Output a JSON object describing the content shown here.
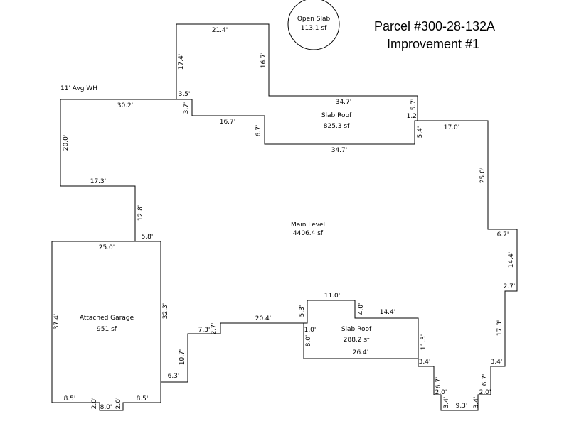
{
  "title": {
    "line1": "Parcel #300-28-132A",
    "line2": "Improvement #1"
  },
  "note": "11' Avg WH",
  "areas": {
    "open_slab": {
      "name": "Open Slab",
      "size": "113.1 sf"
    },
    "slab_roof_top": {
      "name": "Slab Roof",
      "size": "825.3 sf"
    },
    "main_level": {
      "name": "Main Level",
      "size": "4406.4 sf"
    },
    "garage": {
      "name": "Attached Garage",
      "size": "951 sf"
    },
    "slab_roof_bottom": {
      "name": "Slab Roof",
      "size": "288.2 sf"
    }
  },
  "dimensions": {
    "d_21_4": "21.4'",
    "d_17_4": "17.4'",
    "d_16_7_a": "16.7'",
    "d_3_5": "3.5'",
    "d_30_2": "30.2'",
    "d_3_7": "3.7'",
    "d_16_7_b": "16.7'",
    "d_6_7_a": "6.7'",
    "d_34_7_a": "34.7'",
    "d_5_7": "5.7'",
    "d_1_2": "1.2'",
    "d_5_4": "5.4'",
    "d_34_7_b": "34.7'",
    "d_17_0": "17.0'",
    "d_20_0": "20.0'",
    "d_17_3": "17.3'",
    "d_12_8": "12.8'",
    "d_25_0_a": "25.0'",
    "d_5_8": "5.8'",
    "d_25_0_b": "25.0'",
    "d_6_7_b": "6.7'",
    "d_14_4_a": "14.4'",
    "d_2_7_a": "2.7'",
    "d_37_4": "37.4'",
    "d_32_3": "32.3'",
    "d_11_0": "11.0'",
    "d_5_3": "5.3'",
    "d_4_0": "4.0'",
    "d_14_4_b": "14.4'",
    "d_20_4": "20.4'",
    "d_7_3": "7.3'",
    "d_2_7_b": "2.7'",
    "d_1_0": "1.0'",
    "d_8_0_a": "8.0'",
    "d_11_3": "11.3'",
    "d_17_3_b": "17.3'",
    "d_10_7": "10.7'",
    "d_26_4": "26.4'",
    "d_3_4_a": "3.4'",
    "d_3_4_b": "3.4'",
    "d_6_3": "6.3'",
    "d_6_7_c": "6.7'",
    "d_6_7_d": "6.7'",
    "d_2_0_a": "2.0'",
    "d_2_0_b": "2.0'",
    "d_8_5_a": "8.5'",
    "d_2_0_c": "2.0'",
    "d_8_0_b": "8.0'",
    "d_2_0_d": "2.0'",
    "d_8_5_b": "8.5'",
    "d_3_4_c": "3.4'",
    "d_9_3": "9.3'",
    "d_3_4_d": "3.4'"
  }
}
